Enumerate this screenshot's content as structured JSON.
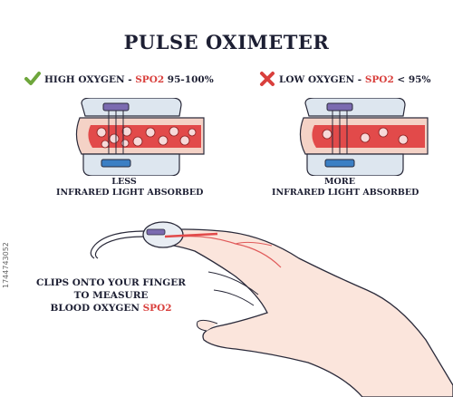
{
  "title": "PULSE OXIMETER",
  "high": {
    "label_prefix": "HIGH OXYGEN - ",
    "label_spo2": "SPO2",
    "label_suffix": " 95-100%",
    "caption_line1": "LESS",
    "caption_line2": "INFRARED LIGHT ABSORBED",
    "icon": "check-icon"
  },
  "low": {
    "label_prefix": "LOW OXYGEN - ",
    "label_spo2": "SPO2",
    "label_suffix": " < 95%",
    "caption_line1": "MORE",
    "caption_line2": "INFRARED LIGHT ABSORBED",
    "icon": "x-mark-icon"
  },
  "clip": {
    "line1": "CLIPS ONTO YOUR FINGER",
    "line2": "TO MEASURE",
    "line3_prefix": "BLOOD OXYGEN ",
    "line3_spo2": "SPO2"
  },
  "watermark": {
    "stock_id": "1744743052"
  },
  "colors": {
    "check": "#6ea63c",
    "cross": "#d9403d",
    "accent_red": "#d9403d",
    "blood": "#e24a4a",
    "skin": "#f4d2c6",
    "sensor_purple": "#7b6bb0",
    "sensor_blue": "#3b7fc4"
  }
}
